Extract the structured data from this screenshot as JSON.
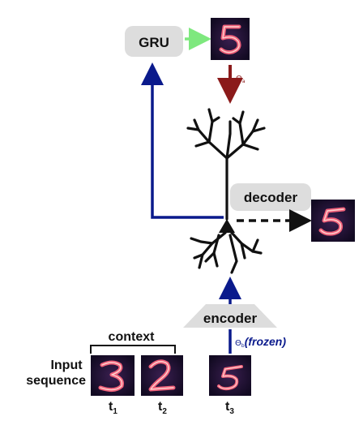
{
  "labels": {
    "gru": "GRU",
    "decoder": "decoder",
    "encoder": "encoder",
    "context": "context",
    "input_line1": "Input",
    "input_line2": "sequence",
    "theta_a_symbol": "Θ",
    "theta_a_sub": "a",
    "theta_b_symbol": "Θ",
    "theta_b_sub": "b",
    "theta_b_note": "(frozen)",
    "t1": "t",
    "t1_sub": "1",
    "t2": "t",
    "t2_sub": "2",
    "t3": "t",
    "t3_sub": "3"
  },
  "digit_images": {
    "gru_output": "5",
    "decoder_output": "5",
    "input_t1": "3",
    "input_t2": "2",
    "input_t3": "5"
  },
  "colors": {
    "gru_arrow": "#7ee87e",
    "theta_a": "#8b1a1a",
    "blue_path": "#0a1a8c",
    "box_gray": "#dddddd",
    "digit_bg": "#1c0f30",
    "digit_stroke": "#f0607a",
    "neuron": "#111111"
  }
}
